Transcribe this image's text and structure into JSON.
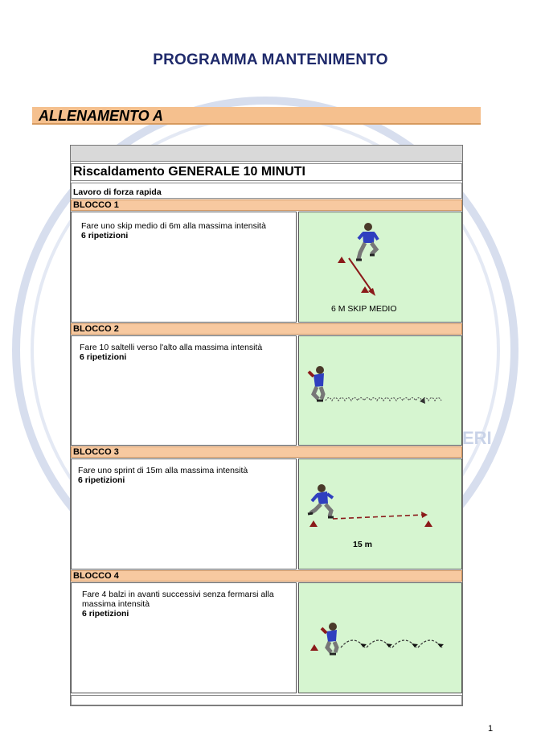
{
  "document": {
    "title": "PROGRAMMA MANTENIMENTO",
    "section": "ALLENAMENTO  A",
    "warmup": "Riscaldamento  GENERALE 10 MINUTI",
    "subtitle": "Lavoro di forza rapida",
    "watermark_text": "ERI",
    "page_number": "1"
  },
  "blocks": [
    {
      "label": "BLOCCO 1",
      "description": "Fare uno skip medio di 6m alla massima intensità",
      "reps": "6 ripetizioni",
      "caption": "6 M SKIP MEDIO"
    },
    {
      "label": "BLOCCO 2",
      "description": "Fare 10 saltelli verso l'alto alla massima intensità",
      "reps": "6 ripetizioni"
    },
    {
      "label": "BLOCCO 3",
      "description": "Fare uno sprint di 15m  alla massima intensità",
      "reps": "6 ripetizioni",
      "caption": "15 m"
    },
    {
      "label": "BLOCCO 4",
      "description": "Fare 4 balzi in avanti successivi senza fermarsi alla massima intensità",
      "reps": "6 ripetizioni"
    }
  ],
  "colors": {
    "title": "#1f2a6b",
    "section_band": "#f5c08e",
    "block_band": "#f7c9a0",
    "diagram_bg": "#d6f5d0",
    "cone": "#8b1a1a",
    "watermark": "#c9d3e8"
  }
}
